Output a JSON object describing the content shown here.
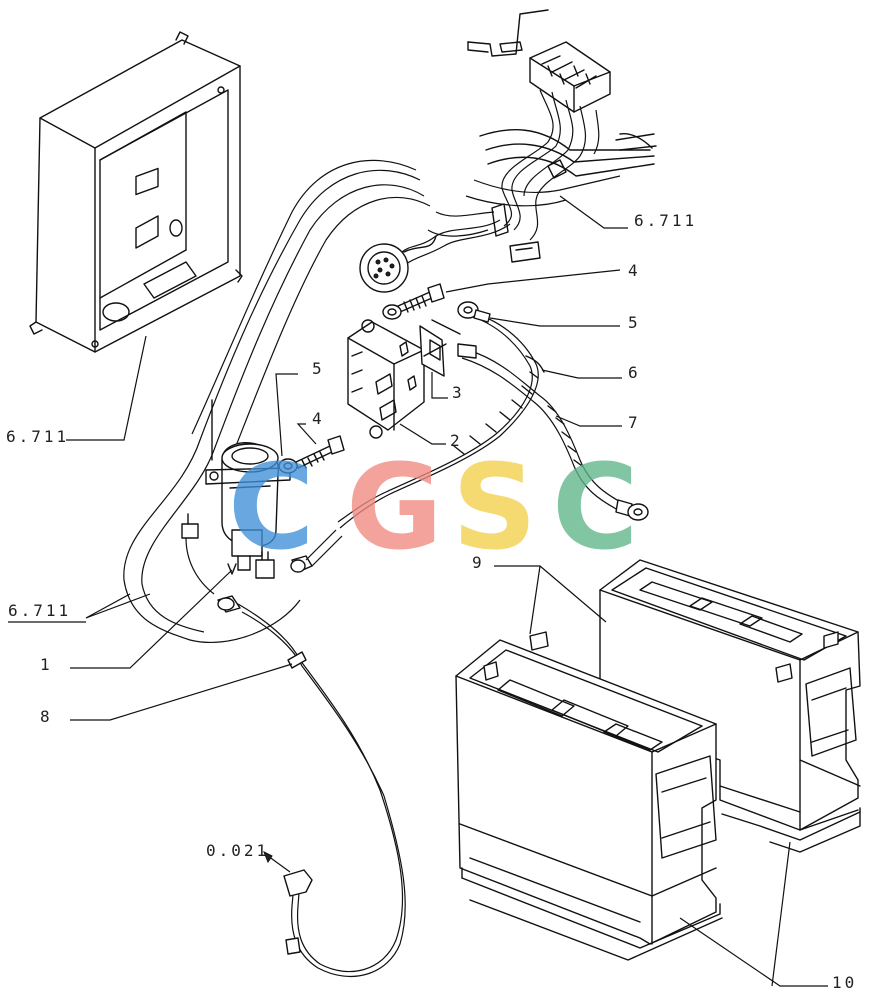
{
  "labels": {
    "l_6711_top": "6.711",
    "l_4_top": "4",
    "l_5_right": "5",
    "l_6": "6",
    "l_7": "7",
    "l_3": "3",
    "l_2": "2",
    "l_5_mid": "5",
    "l_4_mid": "4",
    "l_6711_left": "6.711",
    "l_6711_lower": "6.711",
    "l_1": "1",
    "l_8": "8",
    "l_9": "9",
    "l_0021": "0.021",
    "l_10": "10"
  },
  "watermark": {
    "letters": [
      "C",
      "G",
      "S",
      "C"
    ],
    "colors": [
      "#3f8fd8",
      "#f08a80",
      "#f3cf4a",
      "#5fb58a"
    ]
  }
}
